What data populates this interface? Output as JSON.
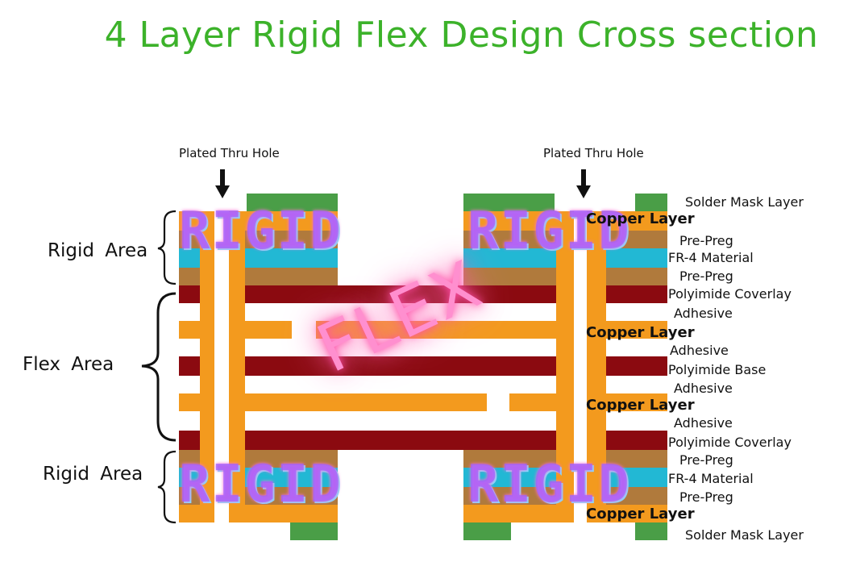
{
  "title": "4 Layer Rigid Flex Design Cross section",
  "pth_left": "Plated Thru Hole",
  "pth_right": "Plated Thru Hole",
  "area_labels": {
    "rigid_top": "Rigid  Area",
    "flex": "Flex  Area",
    "rigid_bottom": "Rigid  Area"
  },
  "layer_labels": [
    "Solder Mask Layer",
    "Copper Layer",
    "Pre-Preg",
    "FR-4 Material",
    "Pre-Preg",
    "Polyimide Coverlay",
    "Adhesive",
    "Copper Layer",
    "Adhesive",
    "Polyimide Base",
    "Adhesive",
    "Copper Layer",
    "Adhesive",
    "Polyimide Coverlay",
    "Pre-Preg",
    "FR-4 Material",
    "Pre-Preg",
    "Copper  Layer",
    "Solder Mask Layer"
  ],
  "watermarks": {
    "rigid": "RIGID",
    "flex": "FLEX"
  },
  "colors": {
    "title": "#3cb22a",
    "copper": "#f39a1e",
    "prepreg": "#b07a3c",
    "fr4": "#22b8d4",
    "polyimide": "#8b0a10",
    "solder_mask": "#4a9e47",
    "rigid_watermark": "#9860ff",
    "flex_watermark": "#ff8fcf"
  }
}
